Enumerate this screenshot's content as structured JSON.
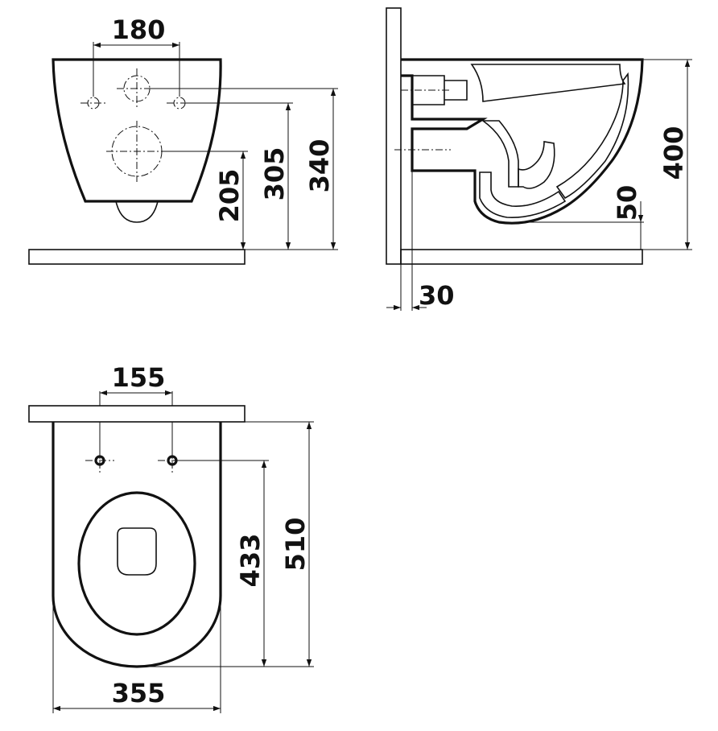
{
  "views": {
    "front": {
      "dims": {
        "bolt_spacing": "180",
        "outlet_height": "205",
        "inlet_height": "305",
        "fixing_height": "340"
      }
    },
    "side": {
      "dims": {
        "total_height": "400",
        "trap_height": "50",
        "wall_offset": "30"
      }
    },
    "top": {
      "dims": {
        "bolt_spacing": "155",
        "bolt_distance": "433",
        "length": "510",
        "width": "355"
      }
    }
  },
  "colors": {
    "line": "#111111",
    "hatch": "#555555",
    "background": "#ffffff"
  }
}
